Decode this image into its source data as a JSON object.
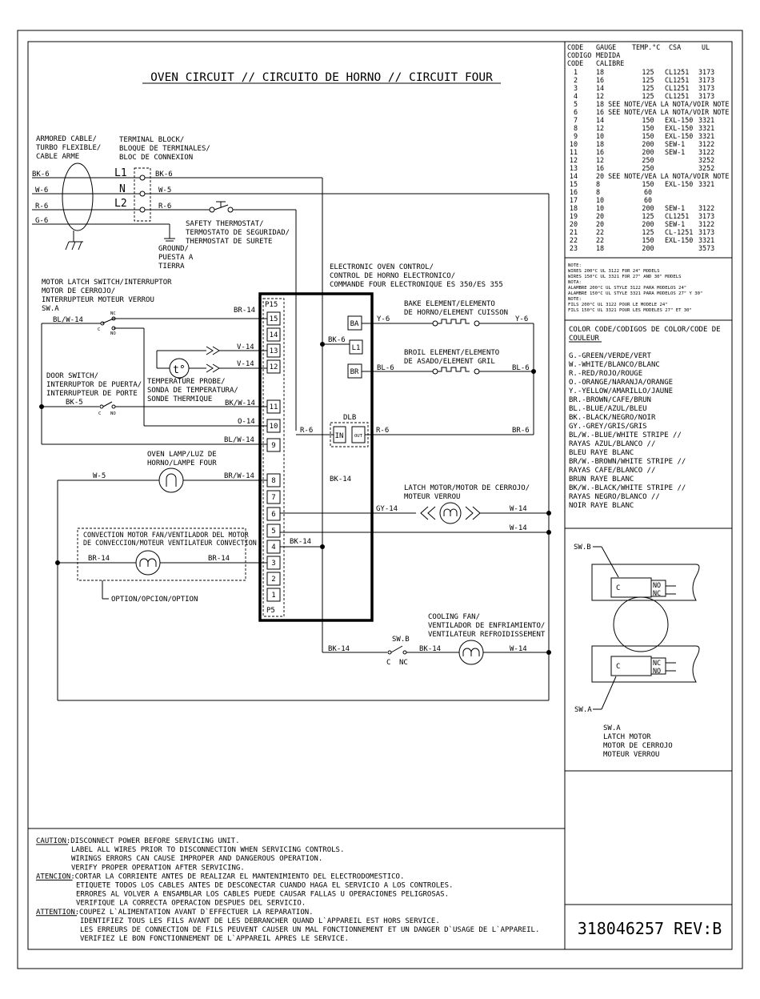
{
  "title": "OVEN CIRCUIT // CIRCUITO DE HORNO // CIRCUIT FOUR",
  "labels": {
    "armored_cable": [
      "ARMORED CABLE/",
      "TURBO FLEXIBLE/",
      "CABLE ARME"
    ],
    "terminal_block": [
      "TERMINAL BLOCK/",
      "BLOQUE DE TERMINALES/",
      "BLOC DE CONNEXION"
    ],
    "safety_thermostat": [
      "SAFETY THERMOSTAT/",
      "TERMOSTATO DE SEGURIDAD/",
      "THERMOSTAT DE SURETE"
    ],
    "ground": [
      "GROUND/",
      "PUESTA A",
      "TIERRA"
    ],
    "electronic_control": [
      "ELECTRONIC OVEN CONTROL/",
      "CONTROL DE HORNO ELECTRONICO/",
      "COMMANDE FOUR ELECTRONIQUE ES 350/ES 355"
    ],
    "motor_latch_switch": [
      "MOTOR LATCH SWITCH/INTERRUPTOR",
      "MOTOR DE CERROJO/",
      "INTERRUPTEUR MOTEUR VERROU",
      "SW.A"
    ],
    "bake_element": [
      "BAKE ELEMENT/ELEMENTO",
      "DE HORNO/ELEMENT CUISSON"
    ],
    "broil_element": [
      "BROIL ELEMENT/ELEMENTO",
      "DE ASADO/ELEMENT GRIL"
    ],
    "temperature_probe": [
      "TEMPERATURE PROBE/",
      "SONDA DE TEMPERATURA/",
      "SONDE THERMIQUE"
    ],
    "door_switch": [
      "DOOR SWITCH/",
      "INTERRUPTOR DE PUERTA/",
      "INTERRUPTEUR DE PORTE"
    ],
    "oven_lamp": [
      "OVEN LAMP/LUZ DE",
      "HORNO/LAMPE FOUR"
    ],
    "latch_motor": [
      "LATCH MOTOR/MOTOR DE CERROJO/",
      "MOTEUR VERROU"
    ],
    "convection_fan": [
      "CONVECTION MOTOR FAN/VENTILADOR DEL MOTOR",
      "DE CONVECCION/MOTEUR VENTILATEUR CONVECTION"
    ],
    "option": "OPTION/OPCION/OPTION",
    "cooling_fan": [
      "COOLING FAN/",
      "VENTILADOR DE ENFRIAMIENTO/",
      "VENTILATEUR REFROIDISSEMENT"
    ],
    "dlb": "DLB",
    "dlb_in": "IN",
    "dlb_out": "OUT",
    "probe_symbol": "t°",
    "p15": "P15",
    "p5": "P5",
    "terminals": {
      "l1": "L1",
      "n": "N",
      "l2": "L2"
    },
    "relays": {
      "ba": "BA",
      "l1": "L1",
      "br": "BR"
    },
    "switch_contacts": {
      "c": "C",
      "nc": "NC",
      "no": "NO"
    },
    "swb": "SW.B"
  },
  "wires": {
    "bk6": "BK-6",
    "w6": "W-6",
    "r6": "R-6",
    "g6": "G-6",
    "w5": "W-5",
    "br14": "BR-14",
    "blw14": "BL/W-14",
    "v14": "V-14",
    "bkw14": "BK/W-14",
    "bk5": "BK-5",
    "o14": "O-14",
    "brw14": "BR/W-14",
    "y6": "Y-6",
    "bl6": "BL-6",
    "br6": "BR-6",
    "gy14": "GY-14",
    "w14": "W-14",
    "bk14": "BK-14"
  },
  "pins_p15": [
    "15",
    "14",
    "13",
    "12",
    "11",
    "10",
    "9"
  ],
  "pins_p5": [
    "8",
    "7",
    "6",
    "5",
    "4",
    "3",
    "2",
    "1"
  ],
  "gauge_table": {
    "header1": [
      "CODE",
      "GAUGE",
      "TEMP.°C",
      "CSA",
      "UL"
    ],
    "header2": [
      "CODIGO",
      "MEDIDA"
    ],
    "header3": [
      "CODE",
      "CALIBRE"
    ],
    "rows": [
      [
        "1",
        "18",
        "125",
        "CL1251",
        "3173"
      ],
      [
        "2",
        "16",
        "125",
        "CL1251",
        "3173"
      ],
      [
        "3",
        "14",
        "125",
        "CL1251",
        "3173"
      ],
      [
        "4",
        "12",
        "125",
        "CL1251",
        "3173"
      ],
      [
        "5",
        "18 SEE NOTE/VEA LA NOTA/VOIR NOTE",
        "",
        "",
        ""
      ],
      [
        "6",
        "16 SEE NOTE/VEA LA NOTA/VOIR NOTE",
        "",
        "",
        ""
      ],
      [
        "7",
        "14",
        "150",
        "EXL-150",
        "3321"
      ],
      [
        "8",
        "12",
        "150",
        "EXL-150",
        "3321"
      ],
      [
        "9",
        "10",
        "150",
        "EXL-150",
        "3321"
      ],
      [
        "10",
        "18",
        "200",
        "SEW-1",
        "3122"
      ],
      [
        "11",
        "16",
        "200",
        "SEW-1",
        "3122"
      ],
      [
        "12",
        "12",
        "250",
        "",
        "3252"
      ],
      [
        "13",
        "16",
        "250",
        "",
        "3252"
      ],
      [
        "14",
        "20 SEE NOTE/VEA LA NOTA/VOIR NOTE",
        "",
        "",
        ""
      ],
      [
        "15",
        "8",
        "150",
        "EXL-150",
        "3321"
      ],
      [
        "16",
        "8",
        "60",
        "",
        ""
      ],
      [
        "17",
        "10",
        "60",
        "",
        ""
      ],
      [
        "18",
        "10",
        "200",
        "SEW-1",
        "3122"
      ],
      [
        "19",
        "20",
        "125",
        "CL1251",
        "3173"
      ],
      [
        "20",
        "20",
        "200",
        "SEW-1",
        "3122"
      ],
      [
        "21",
        "22",
        "125",
        "CL-1251",
        "3173"
      ],
      [
        "22",
        "22",
        "150",
        "EXL-150",
        "3321"
      ],
      [
        "23",
        "18",
        "200",
        "",
        "3573"
      ]
    ]
  },
  "notes": [
    "NOTE:",
    "WIRES 200°C UL 3122 FOR 24\" MODELS",
    "WIRES 150°C UL 3321 FOR 27\" AND 30\" MODELS",
    "NOTA:",
    "ALAMBRE 200°C UL STYLE 3122 PARA MODELOS 24\"",
    "ALAMBRE 150°C UL STYLE 3321 PARA MODELOS 27\" Y 30\"",
    "NOTE:",
    "FILS 200°C UL 3122 POUR LE MODELE 24\"",
    "FILS 150°C UL 3321 POUR LES MODELES 27\" ET 30\""
  ],
  "color_codes": {
    "title": [
      "COLOR CODE/CODIGOS DE COLOR/CODE DE",
      "COULEUR"
    ],
    "items": [
      "G.-GREEN/VERDE/VERT",
      "W.-WHITE/BLANCO/BLANC",
      "R.-RED/ROJO/ROUGE",
      "O.-ORANGE/NARANJA/ORANGE",
      "Y.-YELLOW/AMARILLO/JAUNE",
      "BR.-BROWN/CAFE/BRUN",
      "BL.-BLUE/AZUL/BLEU",
      "BK.-BLACK/NEGRO/NOIR",
      "GY.-GREY/GRIS/GRIS",
      "BL/W.-BLUE/WHITE STRIPE //",
      "      RAYAS AZUL/BLANCO //",
      "      BLEU RAYE BLANC",
      "BR/W.-BROWN/WHITE STRIPE //",
      "      RAYAS CAFE/BLANCO //",
      "      BRUN RAYE BLANC",
      "BK/W.-BLACK/WHITE STRIPE //",
      "      RAYAS NEGRO/BLANCO //",
      "      NOIR RAYE BLANC"
    ]
  },
  "switch_panel": {
    "swb": "SW.B",
    "swa": "SW.A",
    "caption": [
      "SW.A",
      "LATCH MOTOR",
      "MOTOR DE CERROJO",
      "MOTEUR VERROU"
    ]
  },
  "caution": {
    "lines": [
      {
        "head": "CAUTION:",
        "text": "DISCONNECT POWER BEFORE SERVICING UNIT."
      },
      {
        "head": "",
        "text": "LABEL ALL WIRES PRIOR TO DISCONNECTION WHEN SERVICING CONTROLS."
      },
      {
        "head": "",
        "text": "WIRINGS ERRORS CAN CAUSE IMPROPER AND DANGEROUS OPERATION."
      },
      {
        "head": "",
        "text": "VERIFY PROPER OPERATION AFTER SERVICING."
      },
      {
        "head": "ATENCION:",
        "text": "CORTAR LA CORRIENTE ANTES DE REALIZAR EL MANTENIMIENTO DEL ELECTRODOMESTICO."
      },
      {
        "head": "",
        "text": "ETIQUETE TODOS LOS CABLES ANTES DE DESCONECTAR CUANDO HAGA EL SERVICIO A LOS CONTROLES."
      },
      {
        "head": "",
        "text": "ERRORES AL VOLVER A ENSAMBLAR LOS CABLES PUEDE CAUSAR FALLAS U OPERACIONES PELIGROSAS."
      },
      {
        "head": "",
        "text": "VERIFIQUE LA CORRECTA OPERACION DESPUES DEL SERVICIO."
      },
      {
        "head": "ATTENTION:",
        "text": "COUPEZ L`ALIMENTATION AVANT D`EFFECTUER LA REPARATION."
      },
      {
        "head": "",
        "text": "IDENTIFIEZ TOUS LES FILS AVANT DE LES DEBRANCHER QUAND L`APPAREIL EST HORS SERVICE."
      },
      {
        "head": "",
        "text": "LES ERREURS DE CONNECTION DE FILS PEUVENT CAUSER UN MAL FONCTIONNEMENT ET UN DANGER D`USAGE DE L`APPAREIL."
      },
      {
        "head": "",
        "text": "VERIFIEZ LE BON FONCTIONNEMENT DE L`APPAREIL APRES LE SERVICE."
      }
    ]
  },
  "part_number": "318046257 REV:B"
}
